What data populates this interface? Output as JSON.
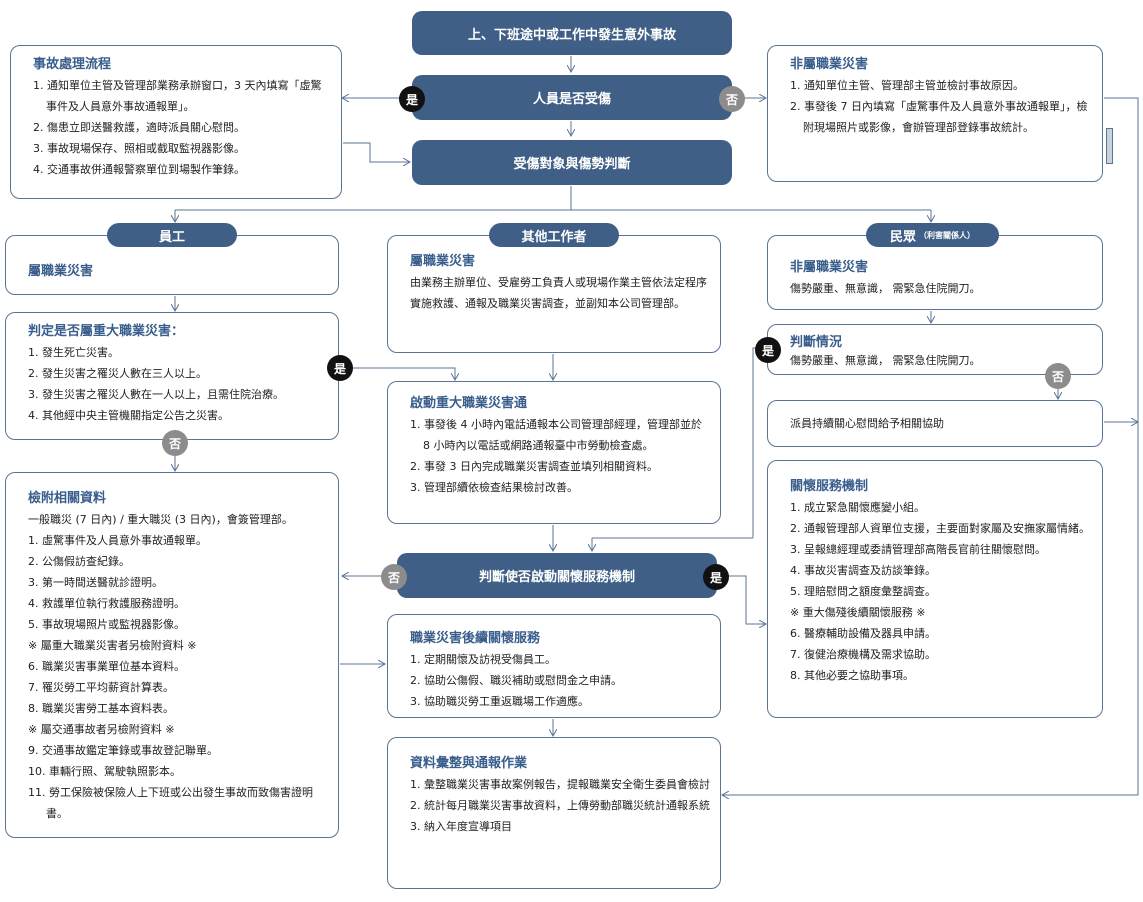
{
  "labels": {
    "yes": "是",
    "no": "否"
  },
  "nodes": {
    "start": "上、下班途中或工作中發生意外事故",
    "injured_question": "人員是否受傷",
    "injury_assessment": "受傷對象與傷勢判斷",
    "employee": "員工",
    "other_workers": "其他工作者",
    "public": "民眾",
    "public_note": "（利害關係人）",
    "care_decision": "判斷使否啟動關懷服務機制"
  },
  "boxes": {
    "accident_process": {
      "title": "事故處理流程",
      "items": [
        "1. 通知單位主管及管理部業務承辦窗口，3 天內填寫「虛驚事件及人員意外事故通報單」。",
        "2. 傷患立即送醫救護，適時派員關心慰問。",
        "3. 事故現場保存、照相或截取監視器影像。",
        "4. 交通事故併通報警察單位到場製作筆錄。"
      ]
    },
    "non_occ_top": {
      "title": "非屬職業災害",
      "items": [
        "1. 通知單位主管、管理部主管並檢討事故原因。",
        "2. 事發後 7 日內填寫「虛驚事件及人員意外事故通報單」，檢附現場照片或影像，會辦管理部登錄事故統計。"
      ]
    },
    "employee_occ": {
      "title": "屬職業災害"
    },
    "major_criteria": {
      "title": "判定是否屬重大職業災害：",
      "items": [
        "1. 發生死亡災害。",
        "2. 發生災害之罹災人數在三人以上。",
        "3. 發生災害之罹災人數在一人以上，且需住院治療。",
        "4. 其他經中央主管機關指定公告之災害。"
      ]
    },
    "other_occ": {
      "title": "屬職業災害",
      "text": "由業務主辦單位、受雇勞工負責人或現場作業主管依法定程序實施救護、通報及職業災害調查，並副知本公司管理部。"
    },
    "public_non_occ": {
      "title": "非屬職業災害",
      "text": "傷勢嚴重、無意識， 需緊急住院開刀。"
    },
    "judge_situation": {
      "title": "判斷情況",
      "text": "傷勢嚴重、無意識， 需緊急住院開刀。"
    },
    "dispatch_care": {
      "text": "派員持續關心慰問給予相關協助"
    },
    "major_notify": {
      "title": "啟動重大職業災害通",
      "items": [
        "1. 事發後 4 小時內電話通報本公司管理部經理，管理部並於 8 小時內以電話或網路通報臺中市勞動檢查處。",
        "2. 事發 3 日內完成職業災害調查並填列相關資料。",
        "3. 管理部續依檢查結果檢討改善。"
      ]
    },
    "attach_docs": {
      "title": "檢附相關資料",
      "items": [
        "一般職災 (7 日內) / 重大職災 (3 日內)，會簽管理部。",
        "1. 虛驚事件及人員意外事故通報單。",
        "2. 公傷假訪查紀錄。",
        "3. 第一時間送醫就診證明。",
        "4. 救護單位執行救護服務證明。",
        "5. 事故現場照片或監視器影像。",
        "※ 屬重大職業災害者另檢附資料 ※",
        "6. 職業災害事業單位基本資料。",
        "7. 罹災勞工平均薪資計算表。",
        "8. 職業災害勞工基本資料表。",
        "※ 屬交通事故者另檢附資料 ※",
        "9. 交通事故鑑定筆錄或事故登記聯單。",
        "10. 車輛行照、駕駛執照影本。",
        "11. 勞工保險被保險人上下班或公出發生事故而致傷害證明書。"
      ]
    },
    "care_mechanism": {
      "title": "關懷服務機制",
      "items": [
        "1. 成立緊急關懷應變小組。",
        "2. 通報管理部人資單位支援，主要面對家屬及安撫家屬情緒。",
        "3. 呈報總經理或委請管理部高階長官前往關懷慰問。",
        "4. 事故災害調查及訪談筆錄。",
        "5. 理賠慰問之額度彙整調查。",
        "※ 重大傷殘後續關懷服務 ※",
        "6. 醫療輔助設備及器具申請。",
        "7. 復健治療機構及需求協助。",
        "8. 其他必要之協助事項。"
      ]
    },
    "followup_care": {
      "title": "職業災害後續關懷服務",
      "items": [
        "1. 定期關懷及訪視受傷員工。",
        "2. 協助公傷假、職災補助或慰問金之申請。",
        "3. 協助職災勞工重返職場工作適應。"
      ]
    },
    "data_report": {
      "title": "資料彙整與通報作業",
      "items": [
        "1. 彙整職業災害事故案例報告，提報職業安全衛生委員會檢討",
        "2. 統計每月職業災害事故資料，上傳勞動部職災統計通報系統",
        "3. 納入年度宣導項目"
      ]
    }
  }
}
